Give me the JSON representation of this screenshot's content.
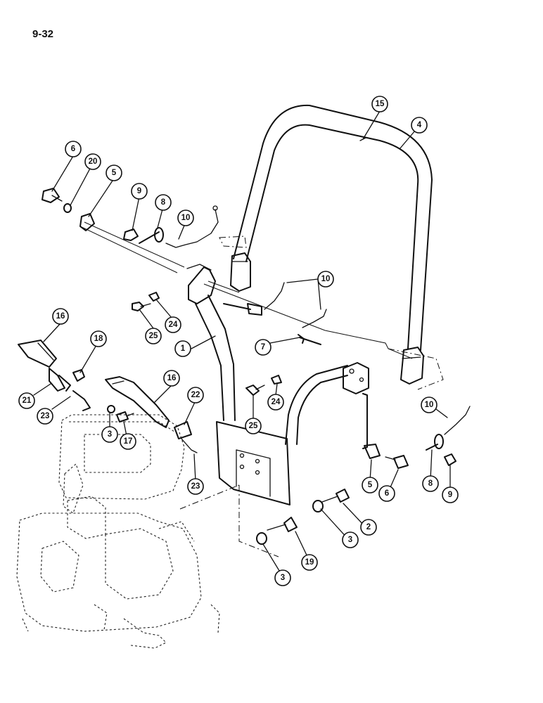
{
  "page_number": "9-32",
  "callouts": [
    {
      "id": "c15",
      "label": "15"
    },
    {
      "id": "c4",
      "label": "4"
    },
    {
      "id": "c6a",
      "label": "6"
    },
    {
      "id": "c20",
      "label": "20"
    },
    {
      "id": "c5a",
      "label": "5"
    },
    {
      "id": "c9a",
      "label": "9"
    },
    {
      "id": "c8a",
      "label": "8"
    },
    {
      "id": "c10a",
      "label": "10"
    },
    {
      "id": "c10b",
      "label": "10"
    },
    {
      "id": "c16a",
      "label": "16"
    },
    {
      "id": "c18",
      "label": "18"
    },
    {
      "id": "c25a",
      "label": "25"
    },
    {
      "id": "c24a",
      "label": "24"
    },
    {
      "id": "c1",
      "label": "1"
    },
    {
      "id": "c7",
      "label": "7"
    },
    {
      "id": "c21",
      "label": "21"
    },
    {
      "id": "c23a",
      "label": "23"
    },
    {
      "id": "c16b",
      "label": "16"
    },
    {
      "id": "c22",
      "label": "22"
    },
    {
      "id": "c3a",
      "label": "3"
    },
    {
      "id": "c17",
      "label": "17"
    },
    {
      "id": "c25b",
      "label": "25"
    },
    {
      "id": "c24b",
      "label": "24"
    },
    {
      "id": "c10c",
      "label": "10"
    },
    {
      "id": "c23b",
      "label": "23"
    },
    {
      "id": "c5b",
      "label": "5"
    },
    {
      "id": "c6b",
      "label": "6"
    },
    {
      "id": "c8b",
      "label": "8"
    },
    {
      "id": "c9b",
      "label": "9"
    },
    {
      "id": "c2",
      "label": "2"
    },
    {
      "id": "c3b",
      "label": "3"
    },
    {
      "id": "c19",
      "label": "19"
    },
    {
      "id": "c3c",
      "label": "3"
    }
  ]
}
